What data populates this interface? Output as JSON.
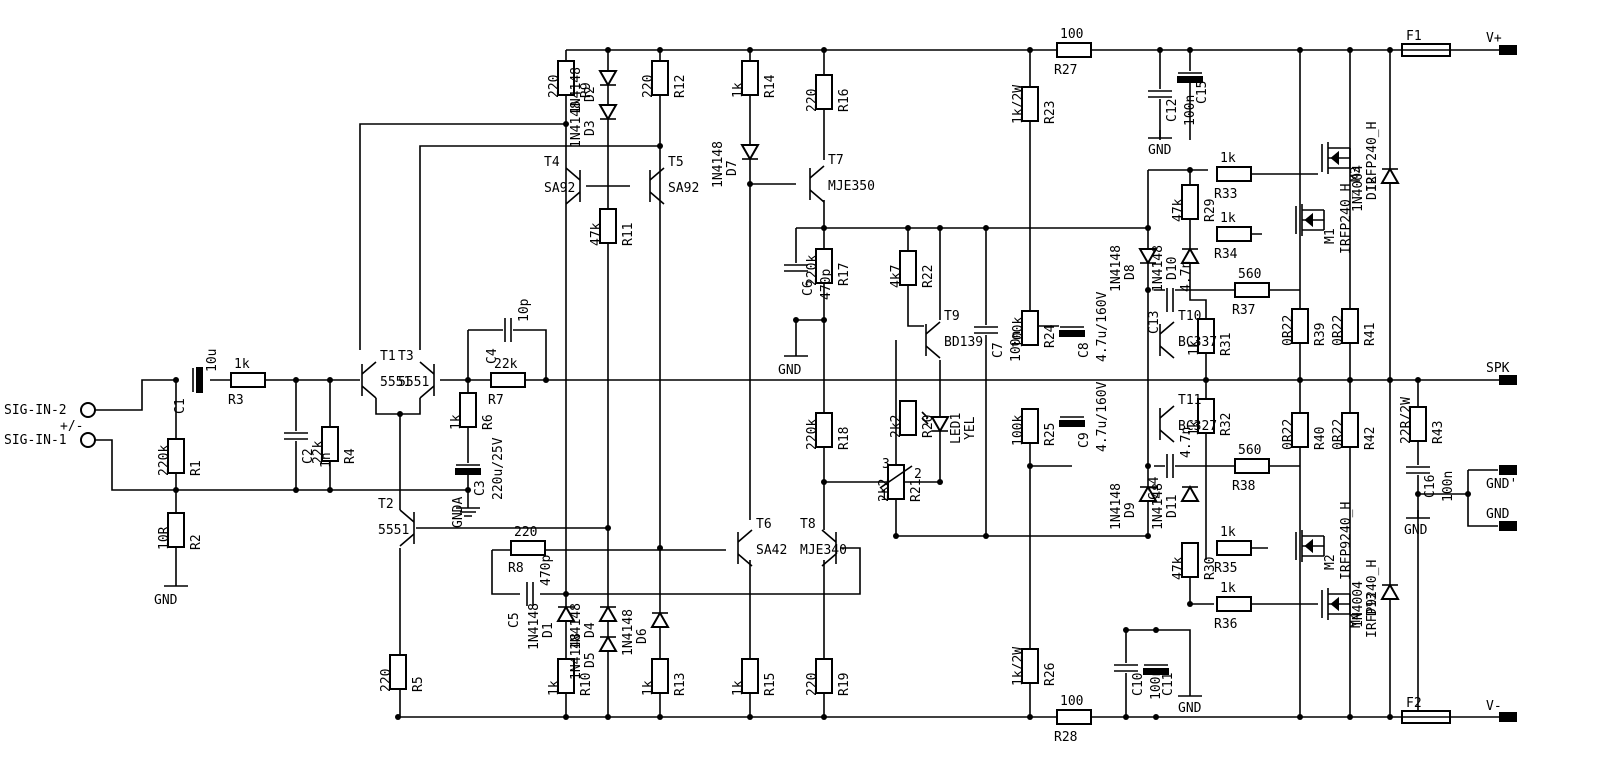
{
  "terminals": {
    "sig_in_2": "SIG-IN-2",
    "sig_in_1": "SIG-IN-1",
    "polarity": "+/-",
    "v_plus": "V+",
    "v_minus": "V-",
    "spk": "SPK",
    "gnd_prime": "GND'",
    "gnd": "GND"
  },
  "gnd_labels": [
    "GND",
    "GND",
    "GND",
    "GND",
    "GND"
  ],
  "gnda": "GNDA",
  "resistors": [
    {
      "name": "R1",
      "value": "220k"
    },
    {
      "name": "R2",
      "value": "10R"
    },
    {
      "name": "R3",
      "value": "1k"
    },
    {
      "name": "R4",
      "value": "22k"
    },
    {
      "name": "R5",
      "value": "220"
    },
    {
      "name": "R6",
      "value": "1k"
    },
    {
      "name": "R7",
      "value": "22k"
    },
    {
      "name": "R8",
      "value": "220"
    },
    {
      "name": "R9",
      "value": "220"
    },
    {
      "name": "R10",
      "value": "1k"
    },
    {
      "name": "R11",
      "value": "47k"
    },
    {
      "name": "R12",
      "value": "220"
    },
    {
      "name": "R13",
      "value": "1k"
    },
    {
      "name": "R14",
      "value": "1k"
    },
    {
      "name": "R15",
      "value": "1k"
    },
    {
      "name": "R16",
      "value": "220"
    },
    {
      "name": "R17",
      "value": "220k"
    },
    {
      "name": "R18",
      "value": "220k"
    },
    {
      "name": "R19",
      "value": "220"
    },
    {
      "name": "R20",
      "value": "2k2"
    },
    {
      "name": "R21",
      "value": "2k2"
    },
    {
      "name": "R22",
      "value": "4k7"
    },
    {
      "name": "R23",
      "value": "1k/2W"
    },
    {
      "name": "R24",
      "value": "100k"
    },
    {
      "name": "R25",
      "value": "100k"
    },
    {
      "name": "R26",
      "value": "1k/2W"
    },
    {
      "name": "R27",
      "value": "100"
    },
    {
      "name": "R28",
      "value": "100"
    },
    {
      "name": "R29",
      "value": "47k"
    },
    {
      "name": "R30",
      "value": "47k"
    },
    {
      "name": "R31",
      "value": "1k"
    },
    {
      "name": "R32",
      "value": "1k"
    },
    {
      "name": "R33",
      "value": "1k"
    },
    {
      "name": "R34",
      "value": "1k"
    },
    {
      "name": "R35",
      "value": "1k"
    },
    {
      "name": "R36",
      "value": "1k"
    },
    {
      "name": "R37",
      "value": "560"
    },
    {
      "name": "R38",
      "value": "560"
    },
    {
      "name": "R39",
      "value": "0R22"
    },
    {
      "name": "R40",
      "value": "0R22"
    },
    {
      "name": "R41",
      "value": "0R22"
    },
    {
      "name": "R42",
      "value": "0R22"
    },
    {
      "name": "R43",
      "value": "22R/2W"
    }
  ],
  "capacitors": [
    {
      "name": "C1",
      "value": "10u"
    },
    {
      "name": "C2",
      "value": "1n"
    },
    {
      "name": "C3",
      "value": "220u/25V"
    },
    {
      "name": "C4",
      "value": "10p"
    },
    {
      "name": "C5",
      "value": "470p"
    },
    {
      "name": "C6",
      "value": "470p"
    },
    {
      "name": "C7",
      "value": "100n"
    },
    {
      "name": "C8",
      "value": "4.7u/160V"
    },
    {
      "name": "C9",
      "value": "4.7u/160V"
    },
    {
      "name": "C10",
      "value": "100n"
    },
    {
      "name": "C11",
      "value": ""
    },
    {
      "name": "C12",
      "value": "100n"
    },
    {
      "name": "C13",
      "value": "4.7n"
    },
    {
      "name": "C14",
      "value": "4.7n"
    },
    {
      "name": "C15",
      "value": ""
    },
    {
      "name": "C16",
      "value": "100n"
    }
  ],
  "diodes": [
    {
      "name": "D1",
      "value": "1N4148"
    },
    {
      "name": "D2",
      "value": "1N4148"
    },
    {
      "name": "D3",
      "value": "1N4148"
    },
    {
      "name": "D4",
      "value": "1N4148"
    },
    {
      "name": "D5",
      "value": "1N4148"
    },
    {
      "name": "D6",
      "value": "1N4148"
    },
    {
      "name": "D7",
      "value": "1N4148"
    },
    {
      "name": "D8",
      "value": "1N4148"
    },
    {
      "name": "D9",
      "value": "1N4148"
    },
    {
      "name": "D10",
      "value": "1N4148"
    },
    {
      "name": "D11",
      "value": "1N4148"
    },
    {
      "name": "D12",
      "value": "1N4004"
    },
    {
      "name": "D13",
      "value": "1N4004"
    }
  ],
  "led": {
    "name": "LED1",
    "value": "YEL"
  },
  "transistors": [
    {
      "name": "T1",
      "value": "5551"
    },
    {
      "name": "T2",
      "value": "5551"
    },
    {
      "name": "T3",
      "value": "5551"
    },
    {
      "name": "T4",
      "value": "SA92"
    },
    {
      "name": "T5",
      "value": "SA92"
    },
    {
      "name": "T6",
      "value": "SA42"
    },
    {
      "name": "T7",
      "value": "MJE350"
    },
    {
      "name": "T8",
      "value": "MJE340"
    },
    {
      "name": "T9",
      "value": "BD139"
    },
    {
      "name": "T10",
      "value": "BC337"
    },
    {
      "name": "T11",
      "value": "BC327"
    }
  ],
  "mosfets": [
    {
      "name": "M1",
      "value": "IRFP240_H"
    },
    {
      "name": "M2",
      "value": "IRFP9240_H"
    },
    {
      "name": "M3",
      "value": "IRFP240_H"
    },
    {
      "name": "M4",
      "value": "IRFP9240_H"
    }
  ],
  "fuses": [
    {
      "name": "F1"
    },
    {
      "name": "F2"
    }
  ],
  "pot_pins": [
    "1",
    "2",
    "3"
  ]
}
